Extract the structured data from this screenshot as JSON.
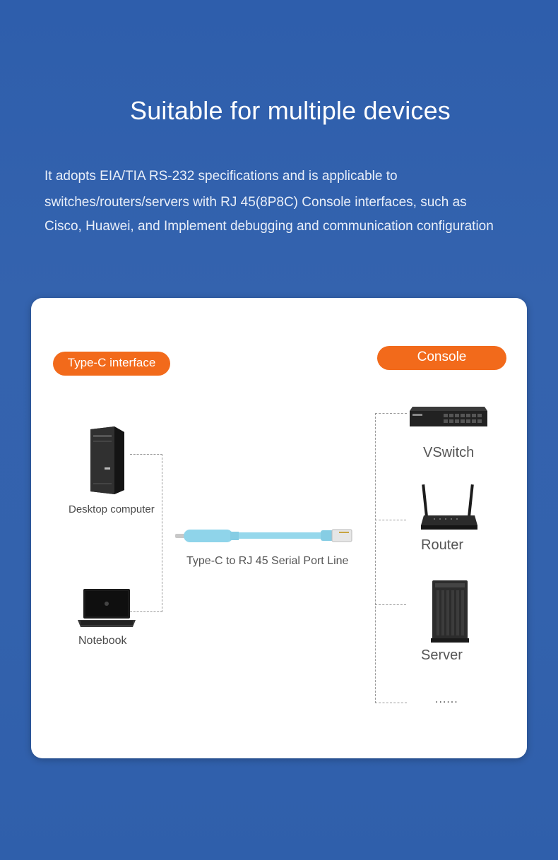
{
  "header": {
    "title": "Suitable for multiple devices",
    "description_lines": [
      "It adopts EIA/TIA RS-232 specifications and is applicable to",
      "switches/routers/servers with RJ 45(8P8C) Console interfaces, such as",
      "Cisco, Huawei, and Implement debugging and communication configuration"
    ]
  },
  "diagram": {
    "left_tag": "Type-C interface",
    "right_tag": "Console",
    "computers": [
      {
        "label": "Desktop computer",
        "icon": "desktop-tower-icon"
      },
      {
        "label": "Notebook",
        "icon": "laptop-icon"
      }
    ],
    "cable": {
      "label": "Type-C to RJ 45 Serial Port Line",
      "icon": "serial-cable-icon"
    },
    "devices": [
      {
        "label": "VSwitch",
        "icon": "network-switch-icon"
      },
      {
        "label": "Router",
        "icon": "router-icon"
      },
      {
        "label": "Server",
        "icon": "server-tower-icon"
      },
      {
        "label": "......",
        "icon": ""
      }
    ]
  },
  "colors": {
    "background": "#3362ad",
    "card": "#ffffff",
    "accent": "#f26a1b",
    "cable": "#8fd4ea"
  }
}
